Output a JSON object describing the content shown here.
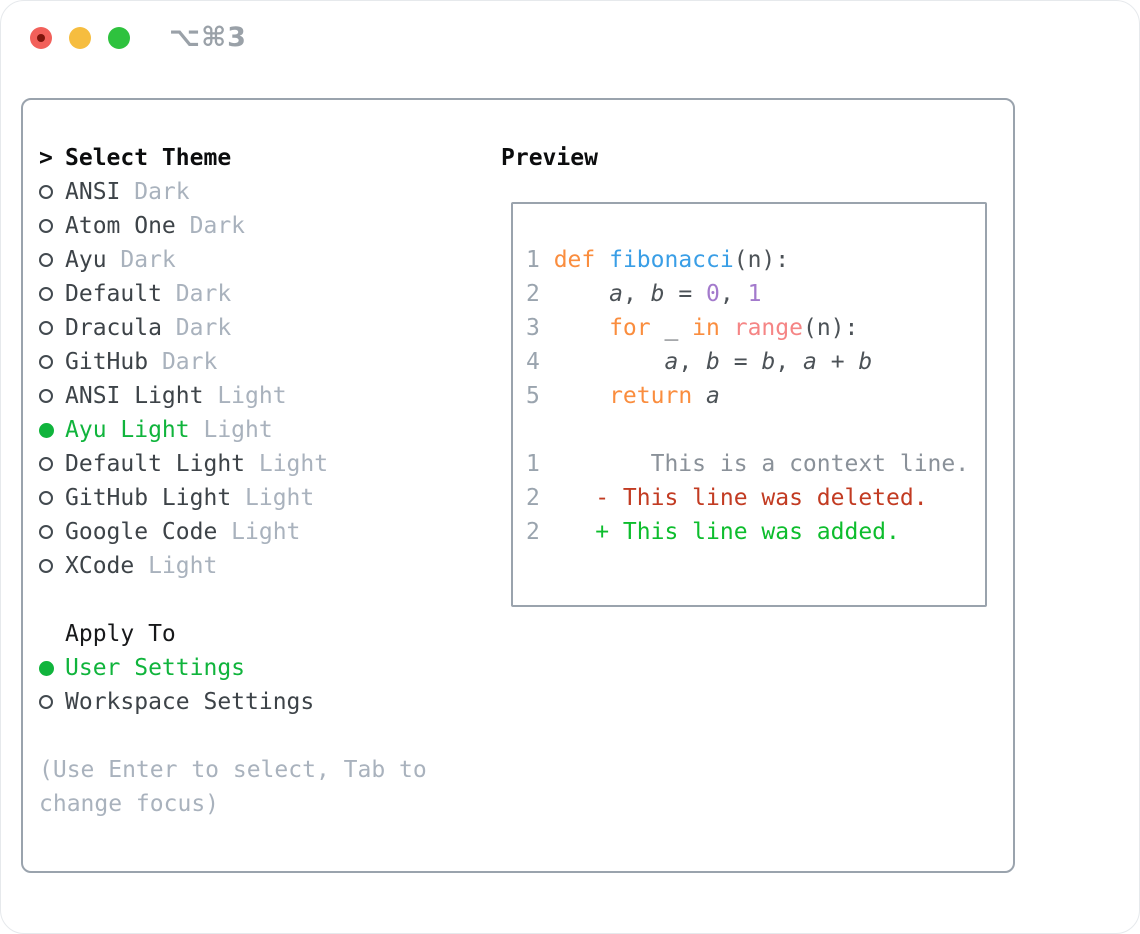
{
  "window": {
    "title": "⌥⌘3"
  },
  "left": {
    "header_prefix": ">",
    "header": "Select Theme",
    "themes": [
      {
        "name": "ANSI",
        "variant": "Dark",
        "selected": false
      },
      {
        "name": "Atom One",
        "variant": "Dark",
        "selected": false
      },
      {
        "name": "Ayu",
        "variant": "Dark",
        "selected": false
      },
      {
        "name": "Default",
        "variant": "Dark",
        "selected": false
      },
      {
        "name": "Dracula",
        "variant": "Dark",
        "selected": false
      },
      {
        "name": "GitHub",
        "variant": "Dark",
        "selected": false
      },
      {
        "name": "ANSI Light",
        "variant": "Light",
        "selected": false
      },
      {
        "name": "Ayu Light",
        "variant": "Light",
        "selected": true
      },
      {
        "name": "Default Light",
        "variant": "Light",
        "selected": false
      },
      {
        "name": "GitHub Light",
        "variant": "Light",
        "selected": false
      },
      {
        "name": "Google Code",
        "variant": "Light",
        "selected": false
      },
      {
        "name": "XCode",
        "variant": "Light",
        "selected": false
      }
    ],
    "apply_to": {
      "header": "Apply To",
      "options": [
        {
          "label": "User Settings",
          "selected": true
        },
        {
          "label": "Workspace Settings",
          "selected": false
        }
      ]
    },
    "hint": "(Use Enter to select, Tab to change focus)"
  },
  "preview": {
    "header": "Preview",
    "code_lines": [
      {
        "num": "1",
        "segments": [
          {
            "c": "kw",
            "t": "def"
          },
          {
            "c": "plain",
            "t": " "
          },
          {
            "c": "fn",
            "t": "fibonacci"
          },
          {
            "c": "plain",
            "t": "(n):"
          }
        ]
      },
      {
        "num": "2",
        "segments": [
          {
            "c": "plain",
            "t": "    "
          },
          {
            "c": "var",
            "t": "a"
          },
          {
            "c": "plain",
            "t": ", "
          },
          {
            "c": "var",
            "t": "b"
          },
          {
            "c": "plain",
            "t": " = "
          },
          {
            "c": "numlit",
            "t": "0"
          },
          {
            "c": "plain",
            "t": ", "
          },
          {
            "c": "numlit",
            "t": "1"
          }
        ]
      },
      {
        "num": "3",
        "segments": [
          {
            "c": "plain",
            "t": "    "
          },
          {
            "c": "kw",
            "t": "for"
          },
          {
            "c": "plain",
            "t": " _ "
          },
          {
            "c": "kw",
            "t": "in"
          },
          {
            "c": "plain",
            "t": " "
          },
          {
            "c": "call",
            "t": "range"
          },
          {
            "c": "plain",
            "t": "(n):"
          }
        ]
      },
      {
        "num": "4",
        "segments": [
          {
            "c": "plain",
            "t": "        "
          },
          {
            "c": "var",
            "t": "a"
          },
          {
            "c": "plain",
            "t": ", "
          },
          {
            "c": "var",
            "t": "b"
          },
          {
            "c": "plain",
            "t": " = "
          },
          {
            "c": "var",
            "t": "b"
          },
          {
            "c": "plain",
            "t": ", "
          },
          {
            "c": "var",
            "t": "a"
          },
          {
            "c": "plain",
            "t": " + "
          },
          {
            "c": "var",
            "t": "b"
          }
        ]
      },
      {
        "num": "5",
        "segments": [
          {
            "c": "plain",
            "t": "    "
          },
          {
            "c": "kw",
            "t": "return"
          },
          {
            "c": "plain",
            "t": " "
          },
          {
            "c": "var",
            "t": "a"
          }
        ]
      }
    ],
    "diff_lines": [
      {
        "num": "1",
        "segments": [
          {
            "c": "ctx",
            "t": "       This is a context line."
          }
        ]
      },
      {
        "num": "2",
        "segments": [
          {
            "c": "del",
            "t": "   - This line was deleted."
          }
        ]
      },
      {
        "num": "2",
        "segments": [
          {
            "c": "add",
            "t": "   + This line was added."
          }
        ]
      }
    ]
  },
  "colors": {
    "accent_green": "#10b43c",
    "diff_deleted": "#c23b22",
    "diff_added": "#0dbd2d",
    "muted_gray": "#a9b2bd",
    "panel_border": "#9aa3ad",
    "syntax": {
      "keyword": "#fa8d3e",
      "function_name": "#399ee6",
      "builtin_call": "#f58585",
      "number": "#a37acc",
      "text": "#4c5257",
      "line_number": "#9aa4ae"
    },
    "traffic_lights": {
      "close": "#f2605a",
      "minimize": "#f6bd3f",
      "zoom": "#2ec23e"
    }
  }
}
